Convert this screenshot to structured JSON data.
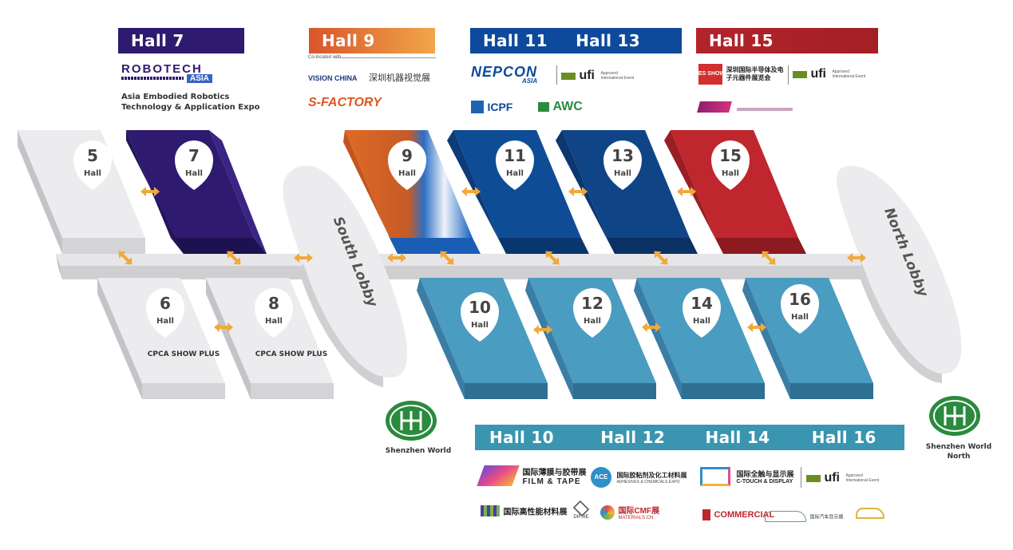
{
  "top_banners": [
    {
      "label": "Hall 7",
      "color": "#2e1a6e"
    },
    {
      "label": "Hall 9",
      "color": "#e07a2e"
    },
    {
      "label": "Hall 11",
      "label2": "Hall 13",
      "color": "#0d4a9c"
    },
    {
      "label": "Hall 15",
      "color": "#b3242b"
    }
  ],
  "bottom_banner": {
    "labels": [
      "Hall 10",
      "Hall 12",
      "Hall 14",
      "Hall 16"
    ],
    "color": "#3a95b0"
  },
  "logos": {
    "robotech": "ROBOTECH",
    "robotech_asia": "ASIA",
    "robotech_caption_1": "Asia Embodied Robotics",
    "robotech_caption_2": "Technology & Application Expo",
    "co_located": "Co-located with",
    "vision_china": "VISION CHINA",
    "vision_china_cn": "深圳机器视觉展",
    "sfactory": "S-FACTORY",
    "nepcon": "NEPCON",
    "nepcon_asia": "ASIA",
    "ufi": "ufi",
    "ufi_note": "Approved International Event",
    "icpf": "ICPF",
    "awc": "AWC",
    "es_show": "ES SHOW",
    "es_cn": "深圳国际半导体及电子元器件展览会",
    "film_tape_cn": "国际薄膜与胶带展",
    "film_tape": "FILM & TAPE",
    "ace": "国际胶粘剂及化工材料展",
    "ace_en": "ADHESIVES & CHEMICALS EXPO",
    "ctouch_cn": "国际全触与显示展",
    "ctouch": "C-TOUCH & DISPLAY",
    "functional_cn": "国际高性能材料展",
    "difsie": "DIFSIE",
    "cmf_cn": "国际CMF展",
    "cmf": "MATERIALS CN",
    "commercial": "COMMERCIAL",
    "auto_display_cn": "国际汽车显示展"
  },
  "halls": [
    {
      "number": "5",
      "label": "Hall"
    },
    {
      "number": "7",
      "label": "Hall"
    },
    {
      "number": "6",
      "label": "Hall",
      "note": "CPCA SHOW PLUS"
    },
    {
      "number": "8",
      "label": "Hall",
      "note": "CPCA SHOW PLUS"
    },
    {
      "number": "9",
      "label": "Hall"
    },
    {
      "number": "11",
      "label": "Hall"
    },
    {
      "number": "13",
      "label": "Hall"
    },
    {
      "number": "15",
      "label": "Hall"
    },
    {
      "number": "10",
      "label": "Hall"
    },
    {
      "number": "12",
      "label": "Hall"
    },
    {
      "number": "14",
      "label": "Hall"
    },
    {
      "number": "16",
      "label": "Hall"
    }
  ],
  "lobbies": {
    "south": "South Lobby",
    "north": "North Lobby"
  },
  "metro": {
    "south": "Shenzhen World",
    "north_1": "Shenzhen World",
    "north_2": "North"
  },
  "colors": {
    "hall_grey": "#e6e6e8",
    "hall7": "#2e1a6e",
    "hall9": "#d9642a",
    "hall11": "#0f4c96",
    "hall13": "#134a8a",
    "hall15": "#c0262e",
    "hall_teal": "#3c8fb4",
    "arrow": "#f0a93a",
    "metro_green": "#2a8a3e"
  }
}
